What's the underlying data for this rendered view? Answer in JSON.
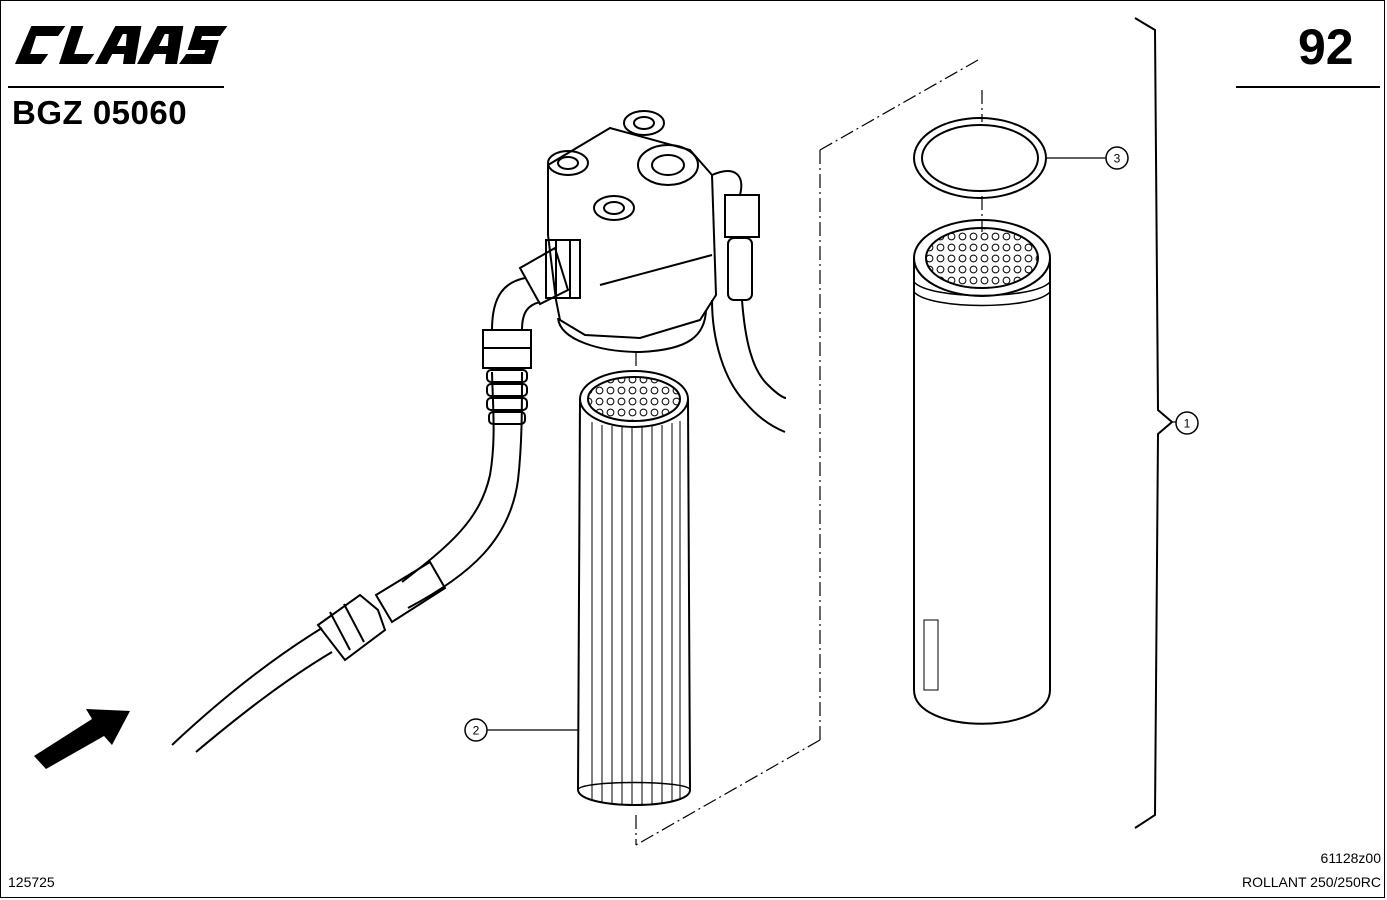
{
  "header": {
    "logo_text": "CLAAS",
    "document_code": "BGZ 05060",
    "page_number": "92"
  },
  "footer": {
    "image_ref": "61128z00",
    "model": "ROLLANT 250/250RC",
    "drawing_number": "125725"
  },
  "callouts": [
    {
      "id": "1",
      "label": "1",
      "part": "filter-assembly"
    },
    {
      "id": "2",
      "label": "2",
      "part": "filter-element"
    },
    {
      "id": "3",
      "label": "3",
      "part": "o-ring-seal"
    }
  ],
  "icons": {
    "flow_arrow": "flow-direction-arrow-icon"
  }
}
